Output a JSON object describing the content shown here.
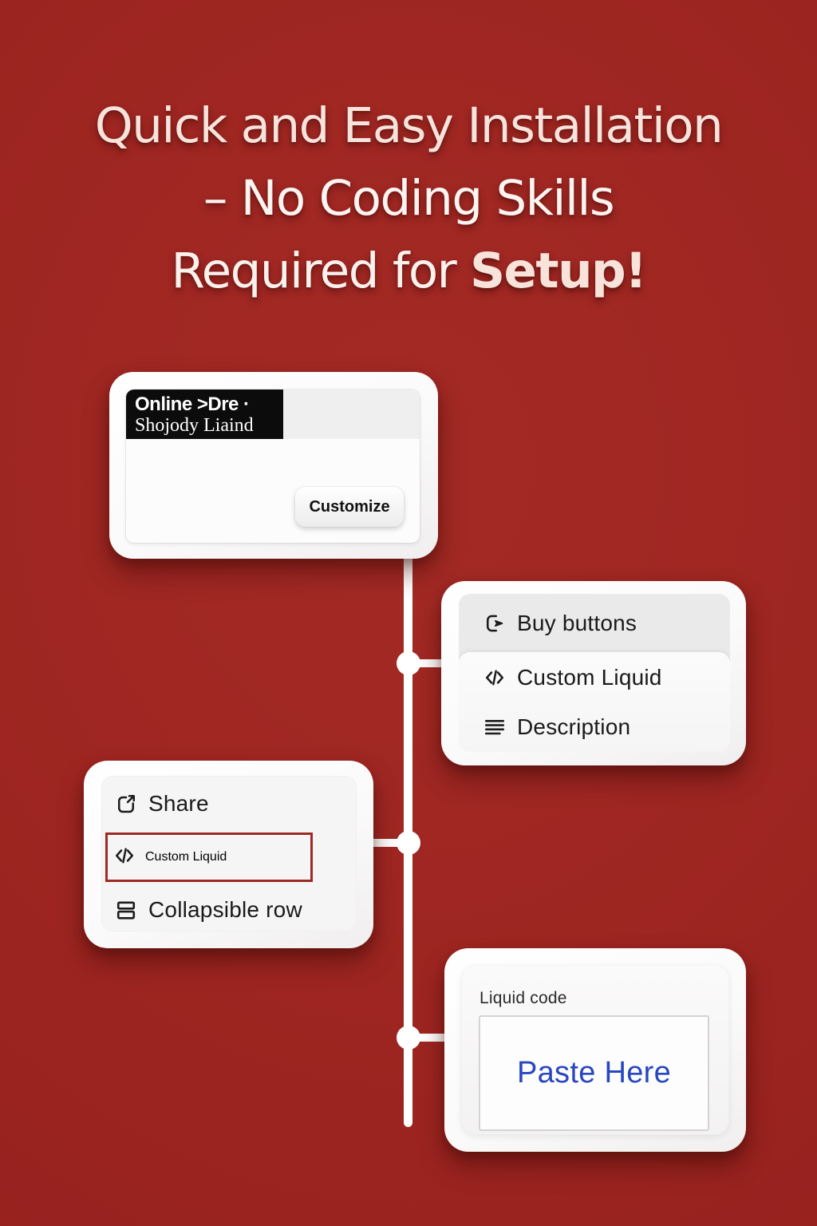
{
  "colors": {
    "background_red": "#9C2420",
    "outline_red": "#9E2A25",
    "paste_blue": "#2946BF",
    "card_white": "#FFFFFF",
    "menu_text": "#1A1A1A"
  },
  "title": {
    "line1": "Quick and Easy Installation",
    "line2": "– No Coding Skills",
    "line3_regular": "Required for ",
    "line3_bold": "Setup!"
  },
  "theme_card": {
    "header_title": "Online >Dre ·",
    "header_subtitle": "Shojody Liaind",
    "customize_label": "Customize"
  },
  "right_menu": {
    "items": [
      {
        "icon": "buy-button-icon",
        "label": "Buy buttons"
      },
      {
        "icon": "code-icon",
        "label": "Custom Liquid"
      },
      {
        "icon": "description-icon",
        "label": "Description"
      }
    ]
  },
  "left_menu": {
    "items": [
      {
        "icon": "share-icon",
        "label": "Share"
      },
      {
        "icon": "code-icon",
        "label": "Custom Liquid",
        "highlighted": true
      },
      {
        "icon": "collapsible-row-icon",
        "label": "Collapsible row"
      }
    ]
  },
  "liquid_card": {
    "field_label": "Liquid code",
    "placeholder_text": "Paste Here"
  }
}
